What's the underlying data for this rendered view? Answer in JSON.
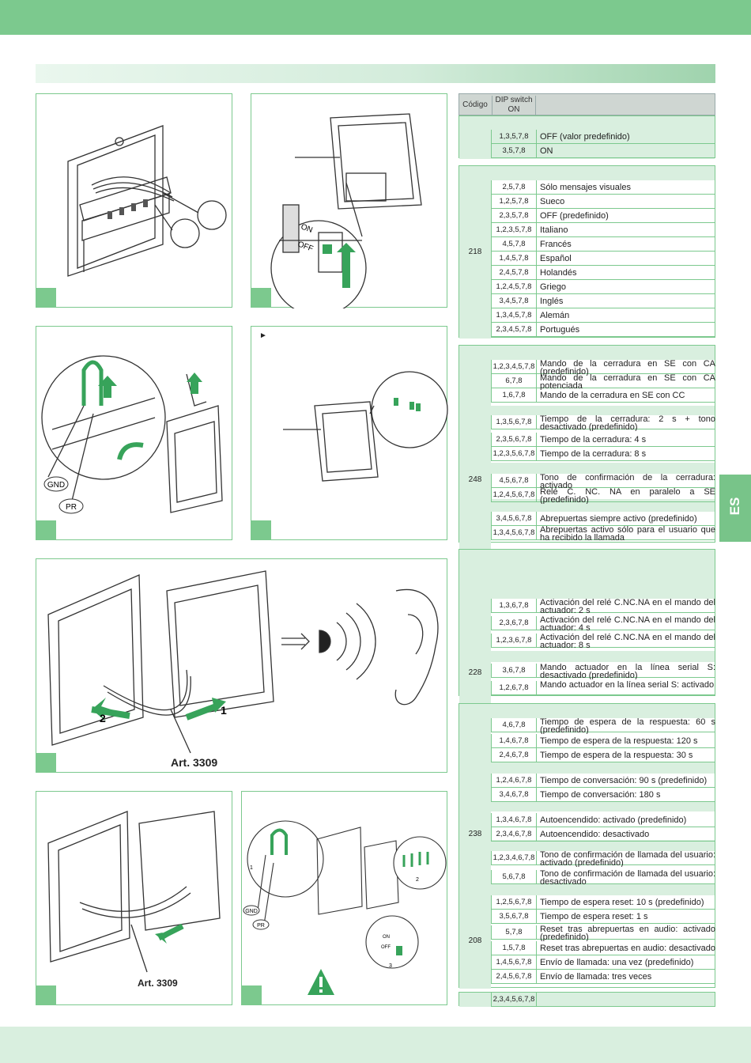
{
  "page": {
    "side_tab": "ES"
  },
  "figures": {
    "fig5_labels": {
      "gnd": "GND",
      "pr": "PR"
    },
    "fig7_art": "Art. 3309",
    "fig7_arrow_2": "2",
    "fig7_arrow_1": "1",
    "fig8_art": "Art. 3309",
    "fig2_switch_on": "ON",
    "fig2_switch_off": "OFF",
    "fig4_marker": "►",
    "fig9_labels": {
      "gnd": "GND",
      "pr": "PR",
      "n1": "1",
      "n2": "2",
      "n3": "3",
      "on": "ON",
      "off": "OFF"
    }
  },
  "table": {
    "header": {
      "code": "Código",
      "dip": "DIP switch ON"
    },
    "groups": [
      {
        "code": "",
        "rows": [
          {
            "dip": "1,3,5,7,8",
            "text": "OFF (valor predefinido)"
          },
          {
            "dip": "3,5,7,8",
            "text": "ON"
          }
        ]
      },
      {
        "code": "218",
        "rows": [
          {
            "dip": "2,5,7,8",
            "text": "Sólo mensajes visuales"
          },
          {
            "dip": "1,2,5,7,8",
            "text": "Sueco"
          },
          {
            "dip": "2,3,5,7,8",
            "text": "OFF (predefinido)"
          },
          {
            "dip": "1,2,3,5,7,8",
            "text": "Italiano"
          },
          {
            "dip": "4,5,7,8",
            "text": "Francés"
          },
          {
            "dip": "1,4,5,7,8",
            "text": "Español"
          },
          {
            "dip": "2,4,5,7,8",
            "text": "Holandés"
          },
          {
            "dip": "1,2,4,5,7,8",
            "text": "Griego"
          },
          {
            "dip": "3,4,5,7,8",
            "text": "Inglés"
          },
          {
            "dip": "1,3,4,5,7,8",
            "text": "Alemán"
          },
          {
            "dip": "2,3,4,5,7,8",
            "text": "Portugués"
          }
        ]
      },
      {
        "code": "248",
        "rows": [
          {
            "dip": "1,2,3,4,5,7,8",
            "text": "Mando de la cerradura en SE con CA (predefinido)"
          },
          {
            "dip": "6,7,8",
            "text": "Mando de la cerradura en SE con CA potenciada"
          },
          {
            "dip": "1,6,7,8",
            "text": "Mando de la cerradura en SE con CC"
          },
          {
            "dip": "1,3,5,6,7,8",
            "text": "Tiempo de la cerradura: 2 s + tono desactivado (predefinido)"
          },
          {
            "dip": "2,3,5,6,7,8",
            "text": "Tiempo de la cerradura: 4 s"
          },
          {
            "dip": "1,2,3,5,6,7,8",
            "text": "Tiempo de la cerradura: 8 s"
          },
          {
            "dip": "4,5,6,7,8",
            "text": "Tono de confirmación de la cerradura: activado"
          },
          {
            "dip": "1,2,4,5,6,7,8",
            "text": "Relé C. NC. NA en paralelo a SE (predefinido)"
          },
          {
            "dip": "3,4,5,6,7,8",
            "text": "Abrepuertas siempre activo (predefinido)"
          },
          {
            "dip": "1,3,4,5,6,7,8",
            "text": "Abrepuertas activo sólo para el usuario que ha recibido la llamada"
          }
        ]
      },
      {
        "code": "228",
        "rows": [
          {
            "dip": "1,3,6,7,8",
            "text": "Activación del relé C.NC.NA en el mando del actuador: 2 s"
          },
          {
            "dip": "2,3,6,7,8",
            "text": "Activación del relé C.NC.NA en el mando del actuador: 4 s"
          },
          {
            "dip": "1,2,3,6,7,8",
            "text": "Activación del relé C.NC.NA en el mando del actuador: 8 s"
          },
          {
            "dip": "3,6,7,8",
            "text": "Mando actuador en la línea serial S: desactivado (predefinido)"
          },
          {
            "dip": "1,2,6,7,8",
            "text": "Mando actuador en la línea serial S: activado"
          }
        ]
      },
      {
        "code": "238",
        "rows": [
          {
            "dip": "4,6,7,8",
            "text": "Tiempo de espera de la respuesta: 60 s (predefinido)"
          },
          {
            "dip": "1,4,6,7,8",
            "text": "Tiempo de espera de la respuesta: 120 s"
          },
          {
            "dip": "2,4,6,7,8",
            "text": "Tiempo de espera de la respuesta: 30 s"
          },
          {
            "dip": "1,2,4,6,7,8",
            "text": "Tiempo de conversación: 90 s (predefinido)"
          },
          {
            "dip": "3,4,6,7,8",
            "text": "Tiempo de conversación: 180 s"
          },
          {
            "dip": "1,3,4,6,7,8",
            "text": "Autoencendido: activado (predefinido)"
          },
          {
            "dip": "2,3,4,6,7,8",
            "text": "Autoencendido: desactivado"
          },
          {
            "dip": "1,2,3,4,6,7,8",
            "text": "Tono de confirmación de llamada del usuario: activado (predefinido)"
          },
          {
            "dip": "5,6,7,8",
            "text": "Tono de confirmación de llamada del usuario: desactivado"
          }
        ]
      },
      {
        "code": "208",
        "rows": [
          {
            "dip": "1,2,5,6,7,8",
            "text": "Tiempo de espera reset: 10 s (predefinido)"
          },
          {
            "dip": "3,5,6,7,8",
            "text": "Tiempo de espera reset: 1 s"
          },
          {
            "dip": "5,7,8",
            "text": "Reset tras abrepuertas en audio: activado (predefinido)"
          },
          {
            "dip": "1,5,7,8",
            "text": "Reset tras abrepuertas en audio: desactivado"
          },
          {
            "dip": "1,4,5,6,7,8",
            "text": "Envío de llamada: una vez (predefinido)"
          },
          {
            "dip": "2,4,5,6,7,8",
            "text": "Envío de llamada: tres veces"
          }
        ]
      },
      {
        "code": "",
        "rows": [
          {
            "dip": "2,3,4,5,6,7,8",
            "text": ""
          }
        ]
      }
    ]
  }
}
